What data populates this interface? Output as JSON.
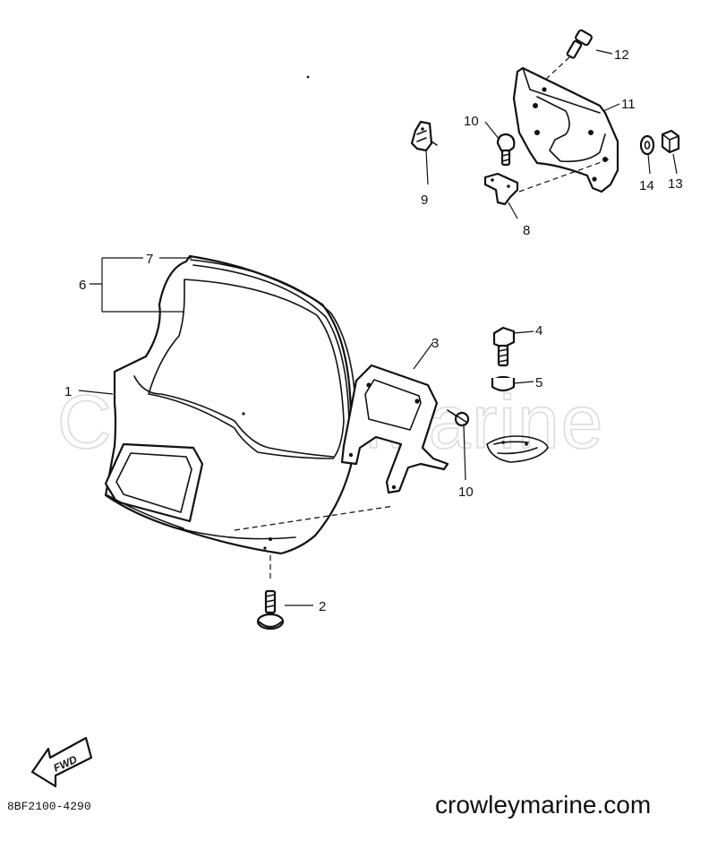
{
  "diagram": {
    "watermark": "Crowley Marine",
    "drawing_code": "8BF2100-4290",
    "site_url": "crowleymarine.com",
    "fwd_label": "FWD",
    "callouts": {
      "c1": "1",
      "c2": "2",
      "c3": "3",
      "c4": "4",
      "c5": "5",
      "c6": "6",
      "c7": "7",
      "c8": "8",
      "c9": "9",
      "c10a": "10",
      "c10b": "10",
      "c11": "11",
      "c12": "12",
      "c13": "13",
      "c14": "14"
    }
  }
}
